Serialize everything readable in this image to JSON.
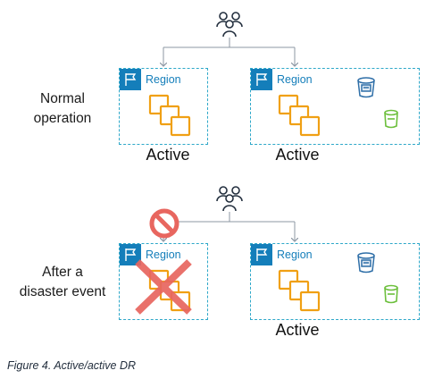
{
  "diagram": {
    "rows": [
      {
        "label_lines": [
          "Normal",
          "operation"
        ],
        "regions": [
          {
            "label": "Region",
            "state": "Active",
            "has_storage": false,
            "failed": false
          },
          {
            "label": "Region",
            "state": "Active",
            "has_storage": true,
            "failed": false
          }
        ],
        "traffic_blocked": false
      },
      {
        "label_lines": [
          "After a",
          "disaster event"
        ],
        "regions": [
          {
            "label": "Region",
            "state": "",
            "has_storage": false,
            "failed": true
          },
          {
            "label": "Region",
            "state": "Active",
            "has_storage": true,
            "failed": false
          }
        ],
        "traffic_blocked": true
      }
    ],
    "caption": "Figure 4. Active/active DR"
  },
  "icons": {
    "users": "users-group-icon",
    "region_flag": "region-flag-icon",
    "instances": "compute-instances-icon",
    "bucket_blue": "storage-bucket-icon",
    "bucket_green": "storage-bucket-green-icon",
    "failure": "red-x-icon",
    "blocked": "prohibited-icon"
  },
  "colors": {
    "region_border": "#2ea8c9",
    "region_flag_bg": "#147eba",
    "instance_orange": "#f0a014",
    "storage_blue": "#2f6fa8",
    "storage_green": "#6cbf3c",
    "arrow_gray": "#8c97a3",
    "failure_red": "#e8665f"
  }
}
